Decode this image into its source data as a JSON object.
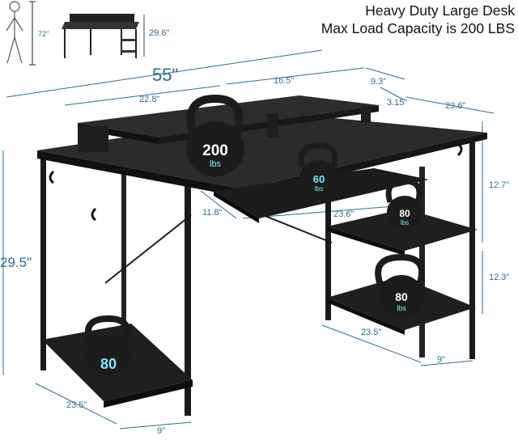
{
  "headline": {
    "line1": "Heavy Duty Large Desk",
    "line2": "Max Load Capacity is 200 LBS"
  },
  "scale_figure": {
    "person_height": "72\"",
    "desk_height": "29.6\""
  },
  "dimensions": {
    "total_width": "55\"",
    "riser_left": "22.8\"",
    "riser_top": "16.5\"",
    "riser_depth": "9.3\"",
    "riser_height": "3.15\"",
    "desk_depth": "23.6\"",
    "desk_height": "29.5\"",
    "keyboard_tray_depth": "11.8\"",
    "keyboard_tray_width": "23.6\"",
    "shelf_upper_gap": "12.7\"",
    "shelf_lower_gap": "12.3\"",
    "shelf_right_depth": "23.5\"",
    "shelf_right_width": "9\"",
    "shelf_left_depth": "23.5\"",
    "shelf_left_width": "9\""
  },
  "loads": {
    "monitor_stand": {
      "value": "200",
      "unit": "lbs"
    },
    "keyboard_tray": {
      "value": "60",
      "unit": "lbs"
    },
    "upper_right_shelf": {
      "value": "80",
      "unit": "lbs"
    },
    "lower_right_shelf": {
      "value": "80",
      "unit": "lbs"
    },
    "left_shelf": {
      "value": "80",
      "unit": ""
    }
  },
  "colors": {
    "frame": "#1a1a1a",
    "desktop": "#2b2b2b",
    "dimension_line": "#2a6f8c",
    "load_text": "#7fe9ff"
  }
}
